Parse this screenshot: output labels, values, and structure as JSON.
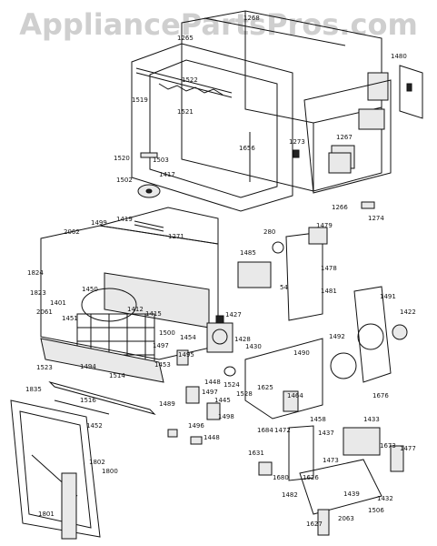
{
  "watermark": "AppliancePartsPros.com",
  "labels": [
    {
      "id": "l1268",
      "text": "1268"
    },
    {
      "id": "l1265",
      "text": "1265"
    },
    {
      "id": "l1480",
      "text": "1480"
    },
    {
      "id": "l1522",
      "text": "1522"
    },
    {
      "id": "l1519",
      "text": "1519"
    },
    {
      "id": "l1521",
      "text": "1521"
    },
    {
      "id": "l1656",
      "text": "1656"
    },
    {
      "id": "l1273",
      "text": "1273"
    },
    {
      "id": "l1267",
      "text": "1267"
    },
    {
      "id": "l1520",
      "text": "1520"
    },
    {
      "id": "l1503",
      "text": "1503"
    },
    {
      "id": "l1502",
      "text": "1502"
    },
    {
      "id": "l1417",
      "text": "1417"
    },
    {
      "id": "l1266",
      "text": "1266"
    },
    {
      "id": "l1274",
      "text": "1274"
    },
    {
      "id": "l1419",
      "text": "1419"
    },
    {
      "id": "l2062",
      "text": "2062"
    },
    {
      "id": "l1499",
      "text": "1499"
    },
    {
      "id": "l1271",
      "text": "1271"
    },
    {
      "id": "l280",
      "text": "280"
    },
    {
      "id": "l1479",
      "text": "1479"
    },
    {
      "id": "l1485",
      "text": "1485"
    },
    {
      "id": "l1478",
      "text": "1478"
    },
    {
      "id": "l1824",
      "text": "1824"
    },
    {
      "id": "l1823",
      "text": "1823"
    },
    {
      "id": "l1401",
      "text": "1401"
    },
    {
      "id": "l1450",
      "text": "1450"
    },
    {
      "id": "l54",
      "text": "54"
    },
    {
      "id": "l1481",
      "text": "1481"
    },
    {
      "id": "l1491",
      "text": "1491"
    },
    {
      "id": "l1422",
      "text": "1422"
    },
    {
      "id": "l2061",
      "text": "2061"
    },
    {
      "id": "l1451",
      "text": "1451"
    },
    {
      "id": "l1412",
      "text": "1412"
    },
    {
      "id": "l1415",
      "text": "1415"
    },
    {
      "id": "l1427",
      "text": "1427"
    },
    {
      "id": "l1500",
      "text": "1500"
    },
    {
      "id": "l1454",
      "text": "1454"
    },
    {
      "id": "l1428",
      "text": "1428"
    },
    {
      "id": "l1492",
      "text": "1492"
    },
    {
      "id": "l1430",
      "text": "1430"
    },
    {
      "id": "l1490",
      "text": "1490"
    },
    {
      "id": "l1497",
      "text": "1497"
    },
    {
      "id": "l1495",
      "text": "1495"
    },
    {
      "id": "l1453",
      "text": "1453"
    },
    {
      "id": "l1523",
      "text": "1523"
    },
    {
      "id": "l1494",
      "text": "1494"
    },
    {
      "id": "l1514",
      "text": "1514"
    },
    {
      "id": "l1524",
      "text": "1524"
    },
    {
      "id": "l1528",
      "text": "1528"
    },
    {
      "id": "l1448a",
      "text": "1448"
    },
    {
      "id": "l1625",
      "text": "1625"
    },
    {
      "id": "l1464",
      "text": "1464"
    },
    {
      "id": "l1676",
      "text": "1676"
    },
    {
      "id": "l1835",
      "text": "1835"
    },
    {
      "id": "l1497b",
      "text": "1497"
    },
    {
      "id": "l1445",
      "text": "1445"
    },
    {
      "id": "l1516",
      "text": "1516"
    },
    {
      "id": "l1489",
      "text": "1489"
    },
    {
      "id": "l1498",
      "text": "1498"
    },
    {
      "id": "l1684",
      "text": "1684"
    },
    {
      "id": "l1472",
      "text": "1472"
    },
    {
      "id": "l1458",
      "text": "1458"
    },
    {
      "id": "l1433",
      "text": "1433"
    },
    {
      "id": "l1452",
      "text": "1452"
    },
    {
      "id": "l1496",
      "text": "1496"
    },
    {
      "id": "l1437",
      "text": "1437"
    },
    {
      "id": "l1448b",
      "text": "1448"
    },
    {
      "id": "l1673",
      "text": "1673"
    },
    {
      "id": "l1477",
      "text": "1477"
    },
    {
      "id": "l1631",
      "text": "1631"
    },
    {
      "id": "l1473",
      "text": "1473"
    },
    {
      "id": "l1680",
      "text": "1680"
    },
    {
      "id": "l1626",
      "text": "1626"
    },
    {
      "id": "l1802",
      "text": "1802"
    },
    {
      "id": "l1800",
      "text": "1800"
    },
    {
      "id": "l1439",
      "text": "1439"
    },
    {
      "id": "l1482",
      "text": "1482"
    },
    {
      "id": "l1432",
      "text": "1432"
    },
    {
      "id": "l2063",
      "text": "2063"
    },
    {
      "id": "l1506",
      "text": "1506"
    },
    {
      "id": "l1801",
      "text": "1801"
    },
    {
      "id": "l1627",
      "text": "1627"
    }
  ]
}
